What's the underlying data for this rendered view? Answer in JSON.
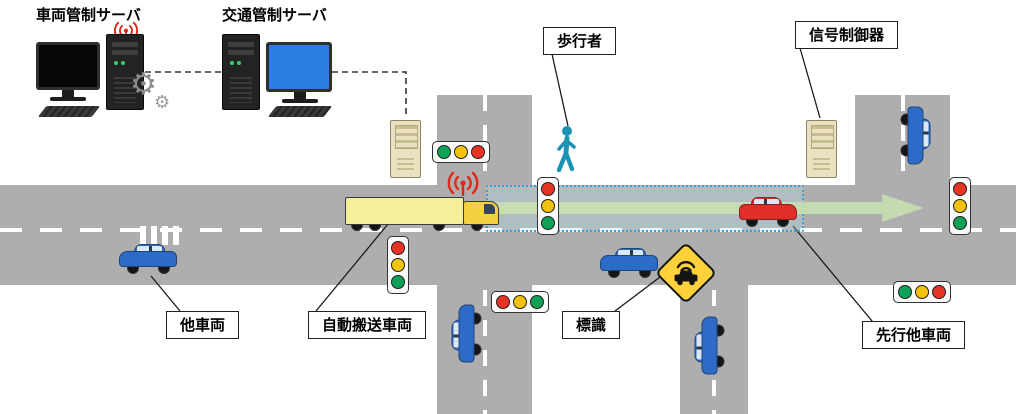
{
  "titles": {
    "vehicle_control_server": "車両管制サーバ",
    "traffic_control_server": "交通管制サーバ"
  },
  "callouts": {
    "pedestrian": "歩行者",
    "signal_controller": "信号制御器",
    "other_vehicle": "他車両",
    "automated_transport_vehicle": "自動搬送車両",
    "road_sign": "標識",
    "preceding_other_vehicle": "先行他車両"
  },
  "icons": {
    "gear_glyph": "⚙",
    "wireless_icon": "radio-waves",
    "pedestrian_icon": "walking-person",
    "sign_icon": "connected-vehicle-warning"
  },
  "colors": {
    "road": "#aeaeae",
    "lane_marking": "#ffffff",
    "guidance_arrow": "#c9e2b2",
    "focus_box_border": "#38a0d8",
    "focus_box_fill": "rgba(182,224,243,0.30)",
    "truck_trailer": "#f5ee9a",
    "truck_cab": "#f2d23e",
    "car_red": "#df2f28",
    "car_blue": "#2d6cc6",
    "car_glass": "#d9e8f4",
    "sign_yellow": "#ffd23c",
    "signal_red": "#e63323",
    "signal_yellow": "#f3c20e",
    "signal_green": "#0ca156",
    "wireless_red": "#e02717",
    "pedestrian": "#1d93b4",
    "cabinet": "#eae0c2",
    "server_screen": "#2a7de1"
  },
  "traffic_lights": [
    {
      "name": "intersection1-north-horizontal",
      "orientation": "horizontal",
      "hex": [
        "#0ca156",
        "#f3c20e",
        "#e63323"
      ]
    },
    {
      "name": "intersection1-center-vertical",
      "orientation": "vertical",
      "hex": [
        "#e63323",
        "#f3c20e",
        "#0ca156"
      ]
    },
    {
      "name": "intersection1-south-vertical",
      "orientation": "vertical",
      "hex": [
        "#e63323",
        "#f3c20e",
        "#0ca156"
      ]
    },
    {
      "name": "intersection1-south-horizontal",
      "orientation": "horizontal",
      "hex": [
        "#e63323",
        "#f3c20e",
        "#0ca156"
      ]
    },
    {
      "name": "intersection2-east-vertical",
      "orientation": "vertical",
      "hex": [
        "#e63323",
        "#f3c20e",
        "#0ca156"
      ]
    },
    {
      "name": "intersection2-south-horizontal",
      "orientation": "horizontal",
      "hex": [
        "#0ca156",
        "#f3c20e",
        "#e63323"
      ]
    }
  ]
}
